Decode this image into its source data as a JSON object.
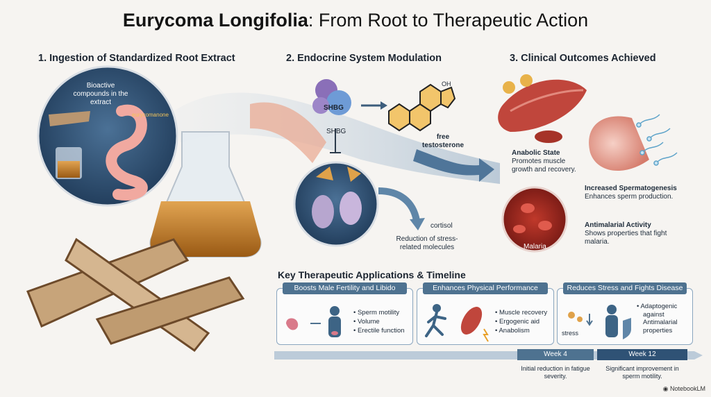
{
  "title": {
    "bold": "Eurycoma Longifolia",
    "rest": ": From Root to Therapeutic Action"
  },
  "sections": {
    "s1": "1. Ingestion of Standardized Root Extract",
    "s2": "2. Endocrine System Modulation",
    "s3": "3. Clinical Outcomes Achieved"
  },
  "stage1": {
    "bioactive_label": "Bioactive compounds in the extract",
    "compound": "eurycomanone"
  },
  "stage2": {
    "shbg_bound": "SHBG",
    "shbg": "SHBG",
    "oh": "OH",
    "free_testosterone": "free testosterone",
    "cortisol": "cortisol",
    "reduction": "Reduction of stress-related molecules"
  },
  "stage3": {
    "anabolic_title": "Anabolic State",
    "anabolic_desc": "Promotes muscle growth and recovery.",
    "sperm_title": "Increased Spermatogenesis",
    "sperm_desc": "Enhances sperm production.",
    "malaria_badge": "Malaria",
    "antimalarial_title": "Antimalarial Activity",
    "antimalarial_desc": "Shows properties that fight malaria."
  },
  "applications": {
    "heading": "Key Therapeutic Applications & Timeline",
    "boxes": [
      {
        "title": "Boosts Male Fertility and Libido",
        "items": [
          "Sperm motility",
          "Volume",
          "Erectile function"
        ]
      },
      {
        "title": "Enhances Physical Performance",
        "items": [
          "Muscle recovery",
          "Ergogenic aid",
          "Anabolism"
        ]
      },
      {
        "title": "Reduces Stress and Fights Disease",
        "items": [
          "Adaptogenic",
          "against",
          "Antimalarial",
          "properties"
        ],
        "stress_label": "stress"
      }
    ]
  },
  "timeline": {
    "week4": "Week 4",
    "week4_note": "Initial reduction in fatigue severity.",
    "week12": "Week 12",
    "week12_note": "Significant improvement in sperm motility."
  },
  "footer": {
    "brand": "NotebookLM"
  },
  "colors": {
    "accent": "#4e7290",
    "circle_dark": "#2b4b6b",
    "arrow": "#5f86a8",
    "muscle": "#c0463c",
    "amber": "#c98a2a"
  }
}
